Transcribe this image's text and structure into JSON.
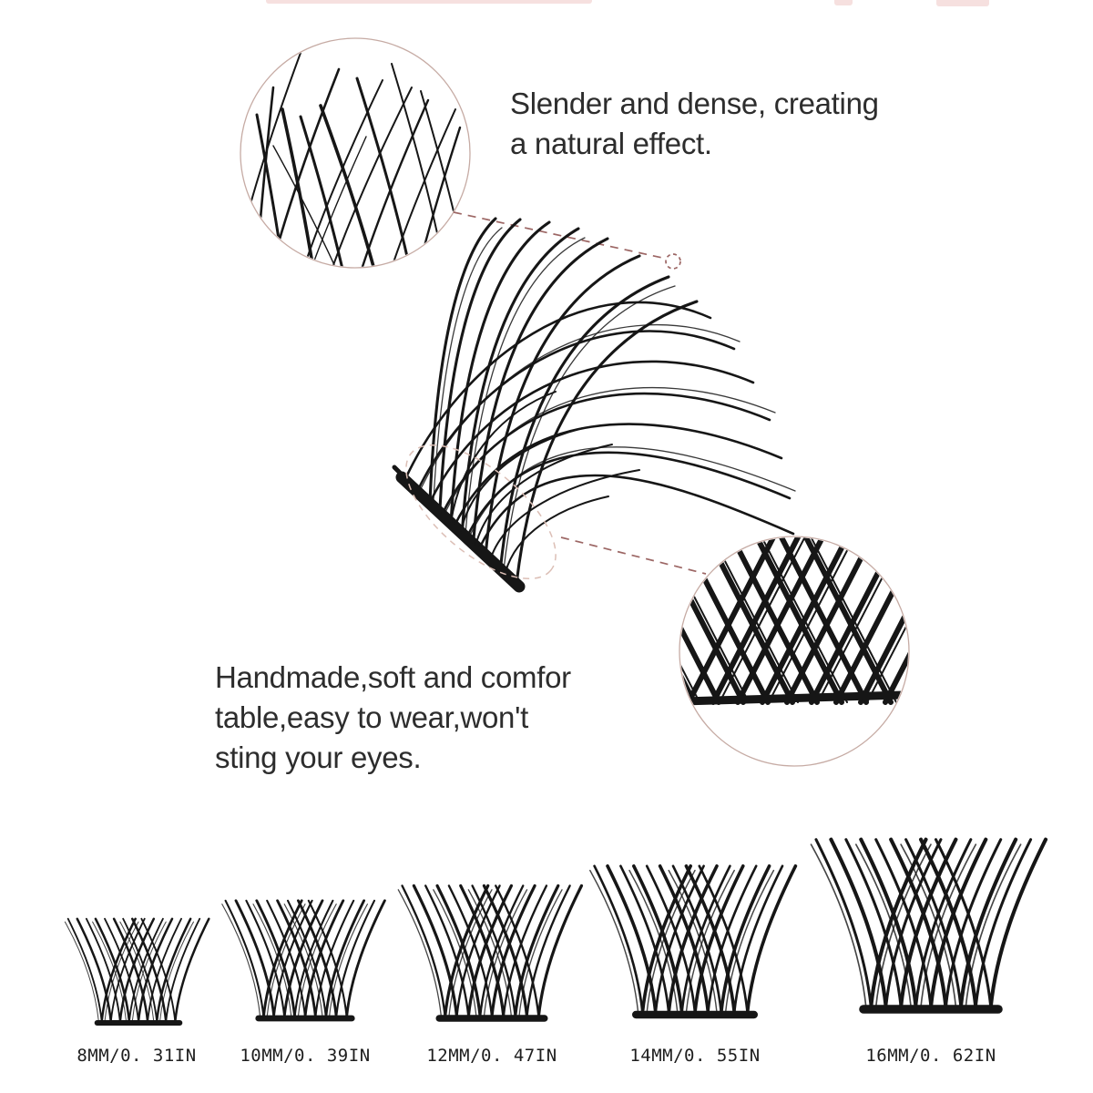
{
  "annotations": {
    "slender": {
      "lines": [
        "Slender and dense, creating",
        "a natural effect."
      ]
    },
    "handmade": {
      "lines": [
        "Handmade,soft and comfor",
        "table,easy to wear,won't",
        "sting your eyes."
      ]
    }
  },
  "sizes": [
    {
      "label": "8MM/0. 31IN"
    },
    {
      "label": "10MM/0. 39IN"
    },
    {
      "label": "12MM/0. 47IN"
    },
    {
      "label": "14MM/0. 55IN"
    },
    {
      "label": "16MM/0. 62IN"
    }
  ],
  "colors": {
    "lash_black": "#161616",
    "leader_line": "#9c6664",
    "circle_border": "#c6aba4",
    "ellipse_highlight": "#dcbfb6",
    "text_dark": "#2d2d2d",
    "label_dark": "#1e1e1e",
    "background": "#ffffff"
  }
}
